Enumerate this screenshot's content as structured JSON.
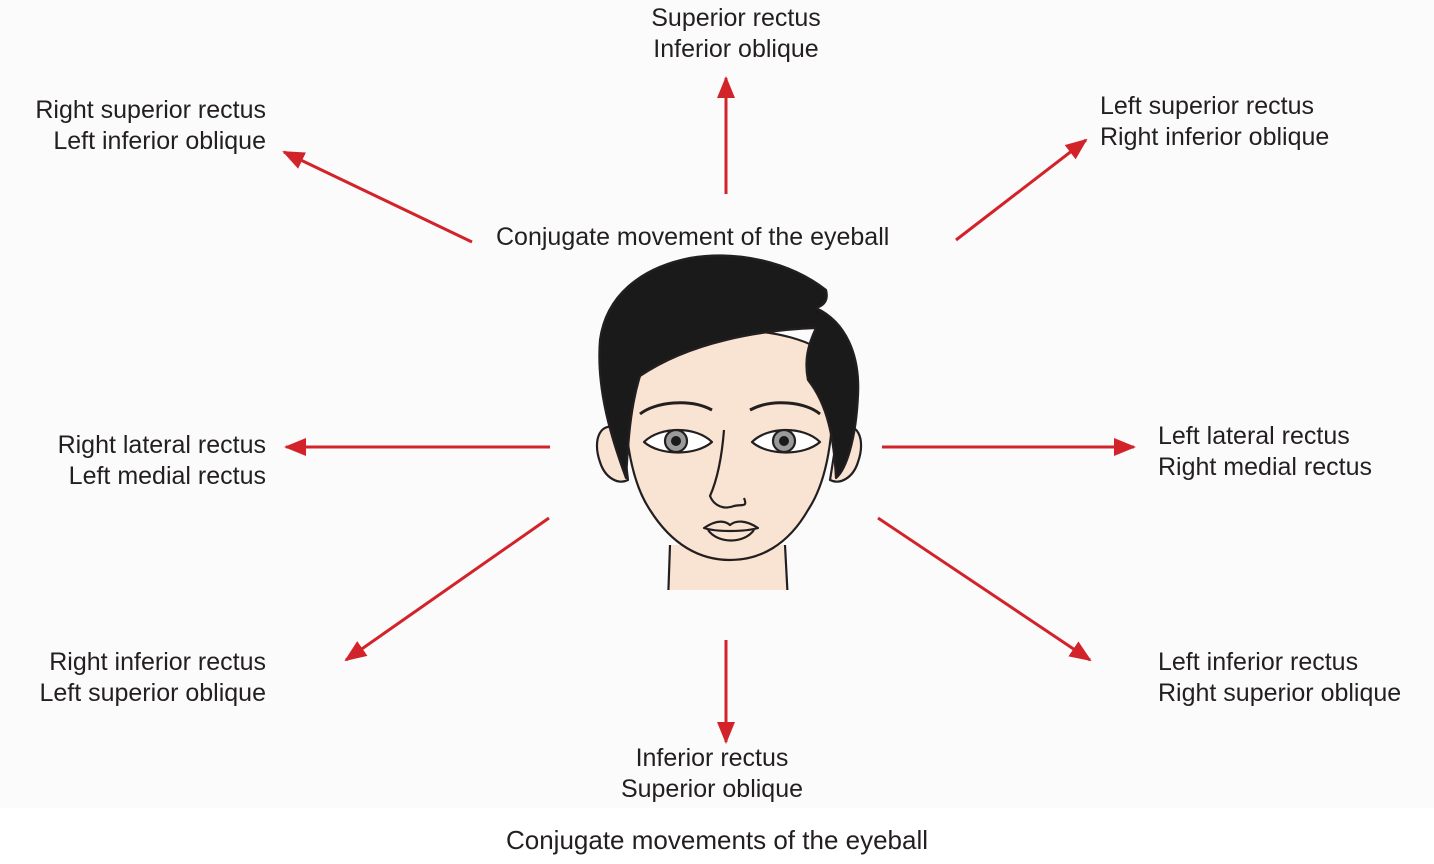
{
  "center_label": "Conjugate movement of the eyeball",
  "caption": "Conjugate movements of the eyeball",
  "arrow_color": "#d3232a",
  "directions": {
    "up": {
      "line1": "Superior rectus",
      "line2": "Inferior oblique"
    },
    "up_right": {
      "line1": "Left superior rectus",
      "line2": "Right inferior oblique"
    },
    "right": {
      "line1": "Left lateral rectus",
      "line2": "Right medial rectus"
    },
    "down_right": {
      "line1": "Left inferior rectus",
      "line2": "Right superior oblique"
    },
    "down": {
      "line1": "Inferior rectus",
      "line2": "Superior oblique"
    },
    "down_left": {
      "line1": "Right inferior rectus",
      "line2": "Left superior oblique"
    },
    "left": {
      "line1": "Right lateral rectus",
      "line2": "Left medial rectus"
    },
    "up_left": {
      "line1": "Right superior rectus",
      "line2": "Left inferior oblique"
    }
  }
}
